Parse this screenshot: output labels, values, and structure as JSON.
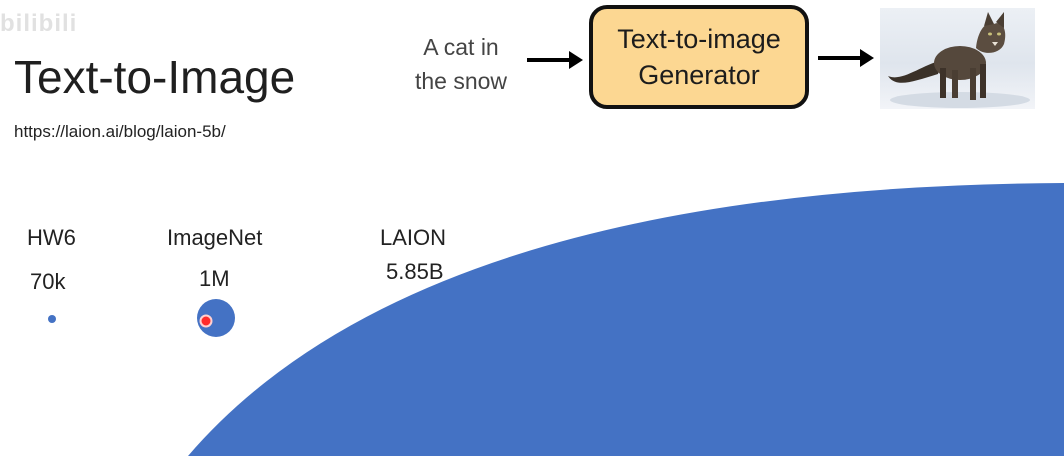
{
  "watermark": "bilibili",
  "slide": {
    "title": "Text-to-Image",
    "url": "https://laion.ai/blog/laion-5b/"
  },
  "pipeline": {
    "input_text_line1": "A cat in",
    "input_text_line2": "the snow",
    "generator_line1": "Text-to-image",
    "generator_line2": "Generator",
    "output": "cat-in-snow-photo"
  },
  "datasets": [
    {
      "name": "HW6",
      "size": "70k",
      "count": 70000
    },
    {
      "name": "ImageNet",
      "size": "1M",
      "count": 1000000
    },
    {
      "name": "LAION",
      "size": "5.85B",
      "count": 5850000000
    }
  ],
  "colors": {
    "circle_blue": "#4472c4",
    "generator_fill": "#fcd792",
    "pointer_red": "#ff2b2b"
  }
}
